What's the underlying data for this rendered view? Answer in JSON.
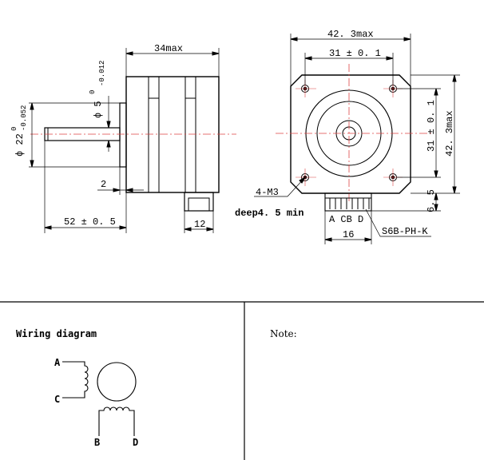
{
  "side_view": {
    "length_label": "34max",
    "shaft_dia_label": "ϕ 5",
    "shaft_tol_upper": "0",
    "shaft_tol_lower": "-0.012",
    "boss_dia_label": "ϕ 22",
    "boss_tol_upper": "0",
    "boss_tol_lower": "-0.052",
    "boss_height_label": "2",
    "shaft_length_label": "52 ± 0. 5",
    "connector_width_label": "12"
  },
  "front_view": {
    "width_label": "42. 3max",
    "hole_spacing_label": "31 ± 0. 1",
    "height_label": "42. 3max",
    "hole_spacing_v_label": "31 ± 0. 1",
    "connector_offset_label": "6. 5",
    "holes_label": "4-M3",
    "depth_label": "deep4. 5 min",
    "pins_label": "A  CB  D",
    "connector_width_label": "16",
    "connector_model_label": "S6B-PH-K"
  },
  "wiring": {
    "title": "Wiring diagram",
    "label_a": "A",
    "label_c": "C",
    "label_b": "B",
    "label_d": "D"
  },
  "note": {
    "label": "Note:"
  }
}
